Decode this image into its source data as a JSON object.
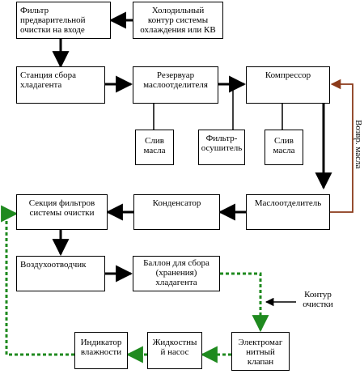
{
  "boxes": {
    "prefilter": "Фильтр\nпредварительной\nочистки на входе",
    "cooling": "Холодильный\nконтур системы\nохлаждения или КВ",
    "collect": "Станция сбора\nхладагента",
    "reservoir": "Резервуар\nмаслоотделителя",
    "compressor": "Компрессор",
    "drain1": "Слив\nмасла",
    "dryer": "Фильтр-\nосушитель",
    "drain2": "Слив\nмасла",
    "filters": "Секция фильтров\nсистемы очистки",
    "condenser": "Конденсатор",
    "separator": "Маслоотделитель",
    "air": "Воздухоотводчик",
    "tank": "Баллон для сбора\n(хранения)\nхладагента",
    "indicator": "Индикатор\nвлажности",
    "pump": "Жидкостны\nй насос",
    "valve": "Электромаг\nнитный\nклапан"
  },
  "labels": {
    "oil_return": "Возвр. масла",
    "circuit": "Контур\nочистки"
  },
  "colors": {
    "line": "#000000",
    "oil_return": "#8b3a1a",
    "circuit": "#1f8a1f"
  }
}
